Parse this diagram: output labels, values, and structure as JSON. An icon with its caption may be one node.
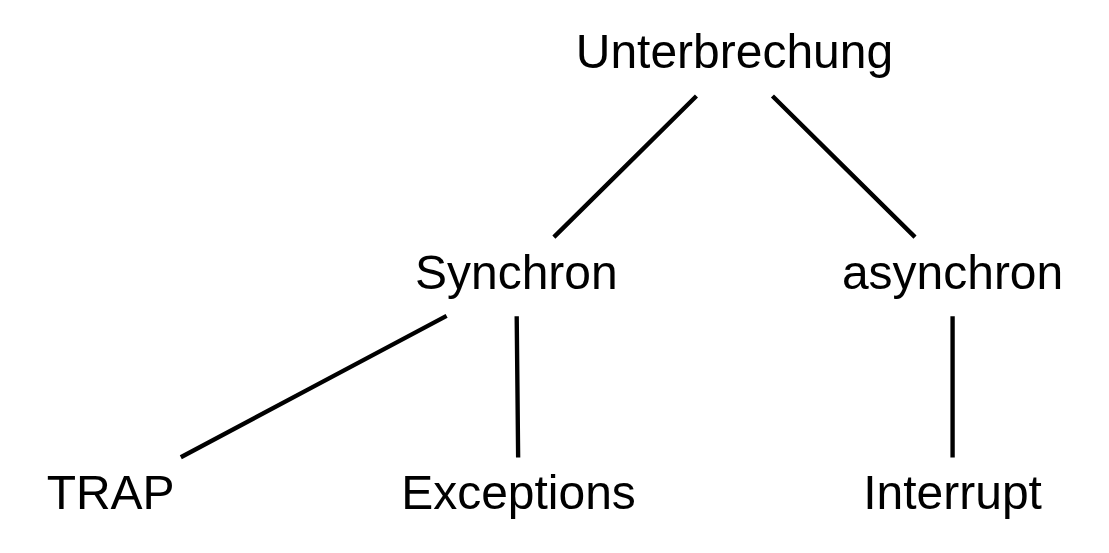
{
  "diagram": {
    "nodes": [
      {
        "text": [
          "Unterbrechung"
        ]
      },
      {
        "text": [
          "Synchron"
        ]
      },
      {
        "text": [
          "asynchron"
        ]
      },
      {
        "text": [
          "TRAP"
        ]
      },
      {
        "text": [
          "Exceptions"
        ]
      },
      {
        "text": [
          "Interrupt"
        ]
      }
    ],
    "edges": [
      {
        "from": 0,
        "to": 1,
        "arrow": "none"
      },
      {
        "from": 0,
        "to": 2,
        "arrow": "none"
      },
      {
        "from": 1,
        "to": 3,
        "arrow": "none"
      },
      {
        "from": 1,
        "to": 4,
        "arrow": "none"
      },
      {
        "from": 2,
        "to": 5,
        "arrow": "none"
      }
    ]
  }
}
